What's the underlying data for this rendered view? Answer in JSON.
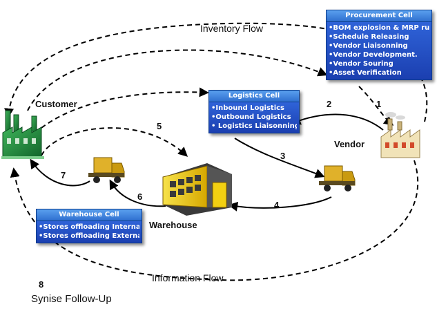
{
  "flows": {
    "inventory": "Inventory Flow",
    "information": "Information Flow"
  },
  "nodes": {
    "customer": "Customer",
    "vendor": "Vendor",
    "warehouse": "Warehouse"
  },
  "steps": [
    "1",
    "2",
    "3",
    "4",
    "5",
    "6",
    "7",
    "8"
  ],
  "footer": "Synise Follow-Up",
  "procurement_cell": {
    "title": "Procurement Cell",
    "items": [
      "•BOM explosion & MRP run.",
      "•Schedule Releasing",
      "•Vendor Liaisonning",
      "•Vendor Development.",
      "•Vendor Souring",
      "•Asset Verification"
    ]
  },
  "logistics_cell": {
    "title": "Logistics Cell",
    "items": [
      "•Inbound Logistics",
      "•Outbound Logistics",
      "• Logistics Liaisonning"
    ]
  },
  "warehouse_cell": {
    "title": "Warehouse Cell",
    "items": [
      "•Stores offloading Internal",
      "•Stores offloading External"
    ]
  },
  "colors": {
    "cell_header": "#4a8fe6",
    "cell_body": "#2349c0",
    "factory_green": "#1f8a3a",
    "truck_yellow": "#d7a418",
    "warehouse_yellow": "#f2d012"
  },
  "icons": [
    "customer-factory-icon",
    "vendor-factory-icon",
    "truck-icon",
    "warehouse-icon"
  ]
}
